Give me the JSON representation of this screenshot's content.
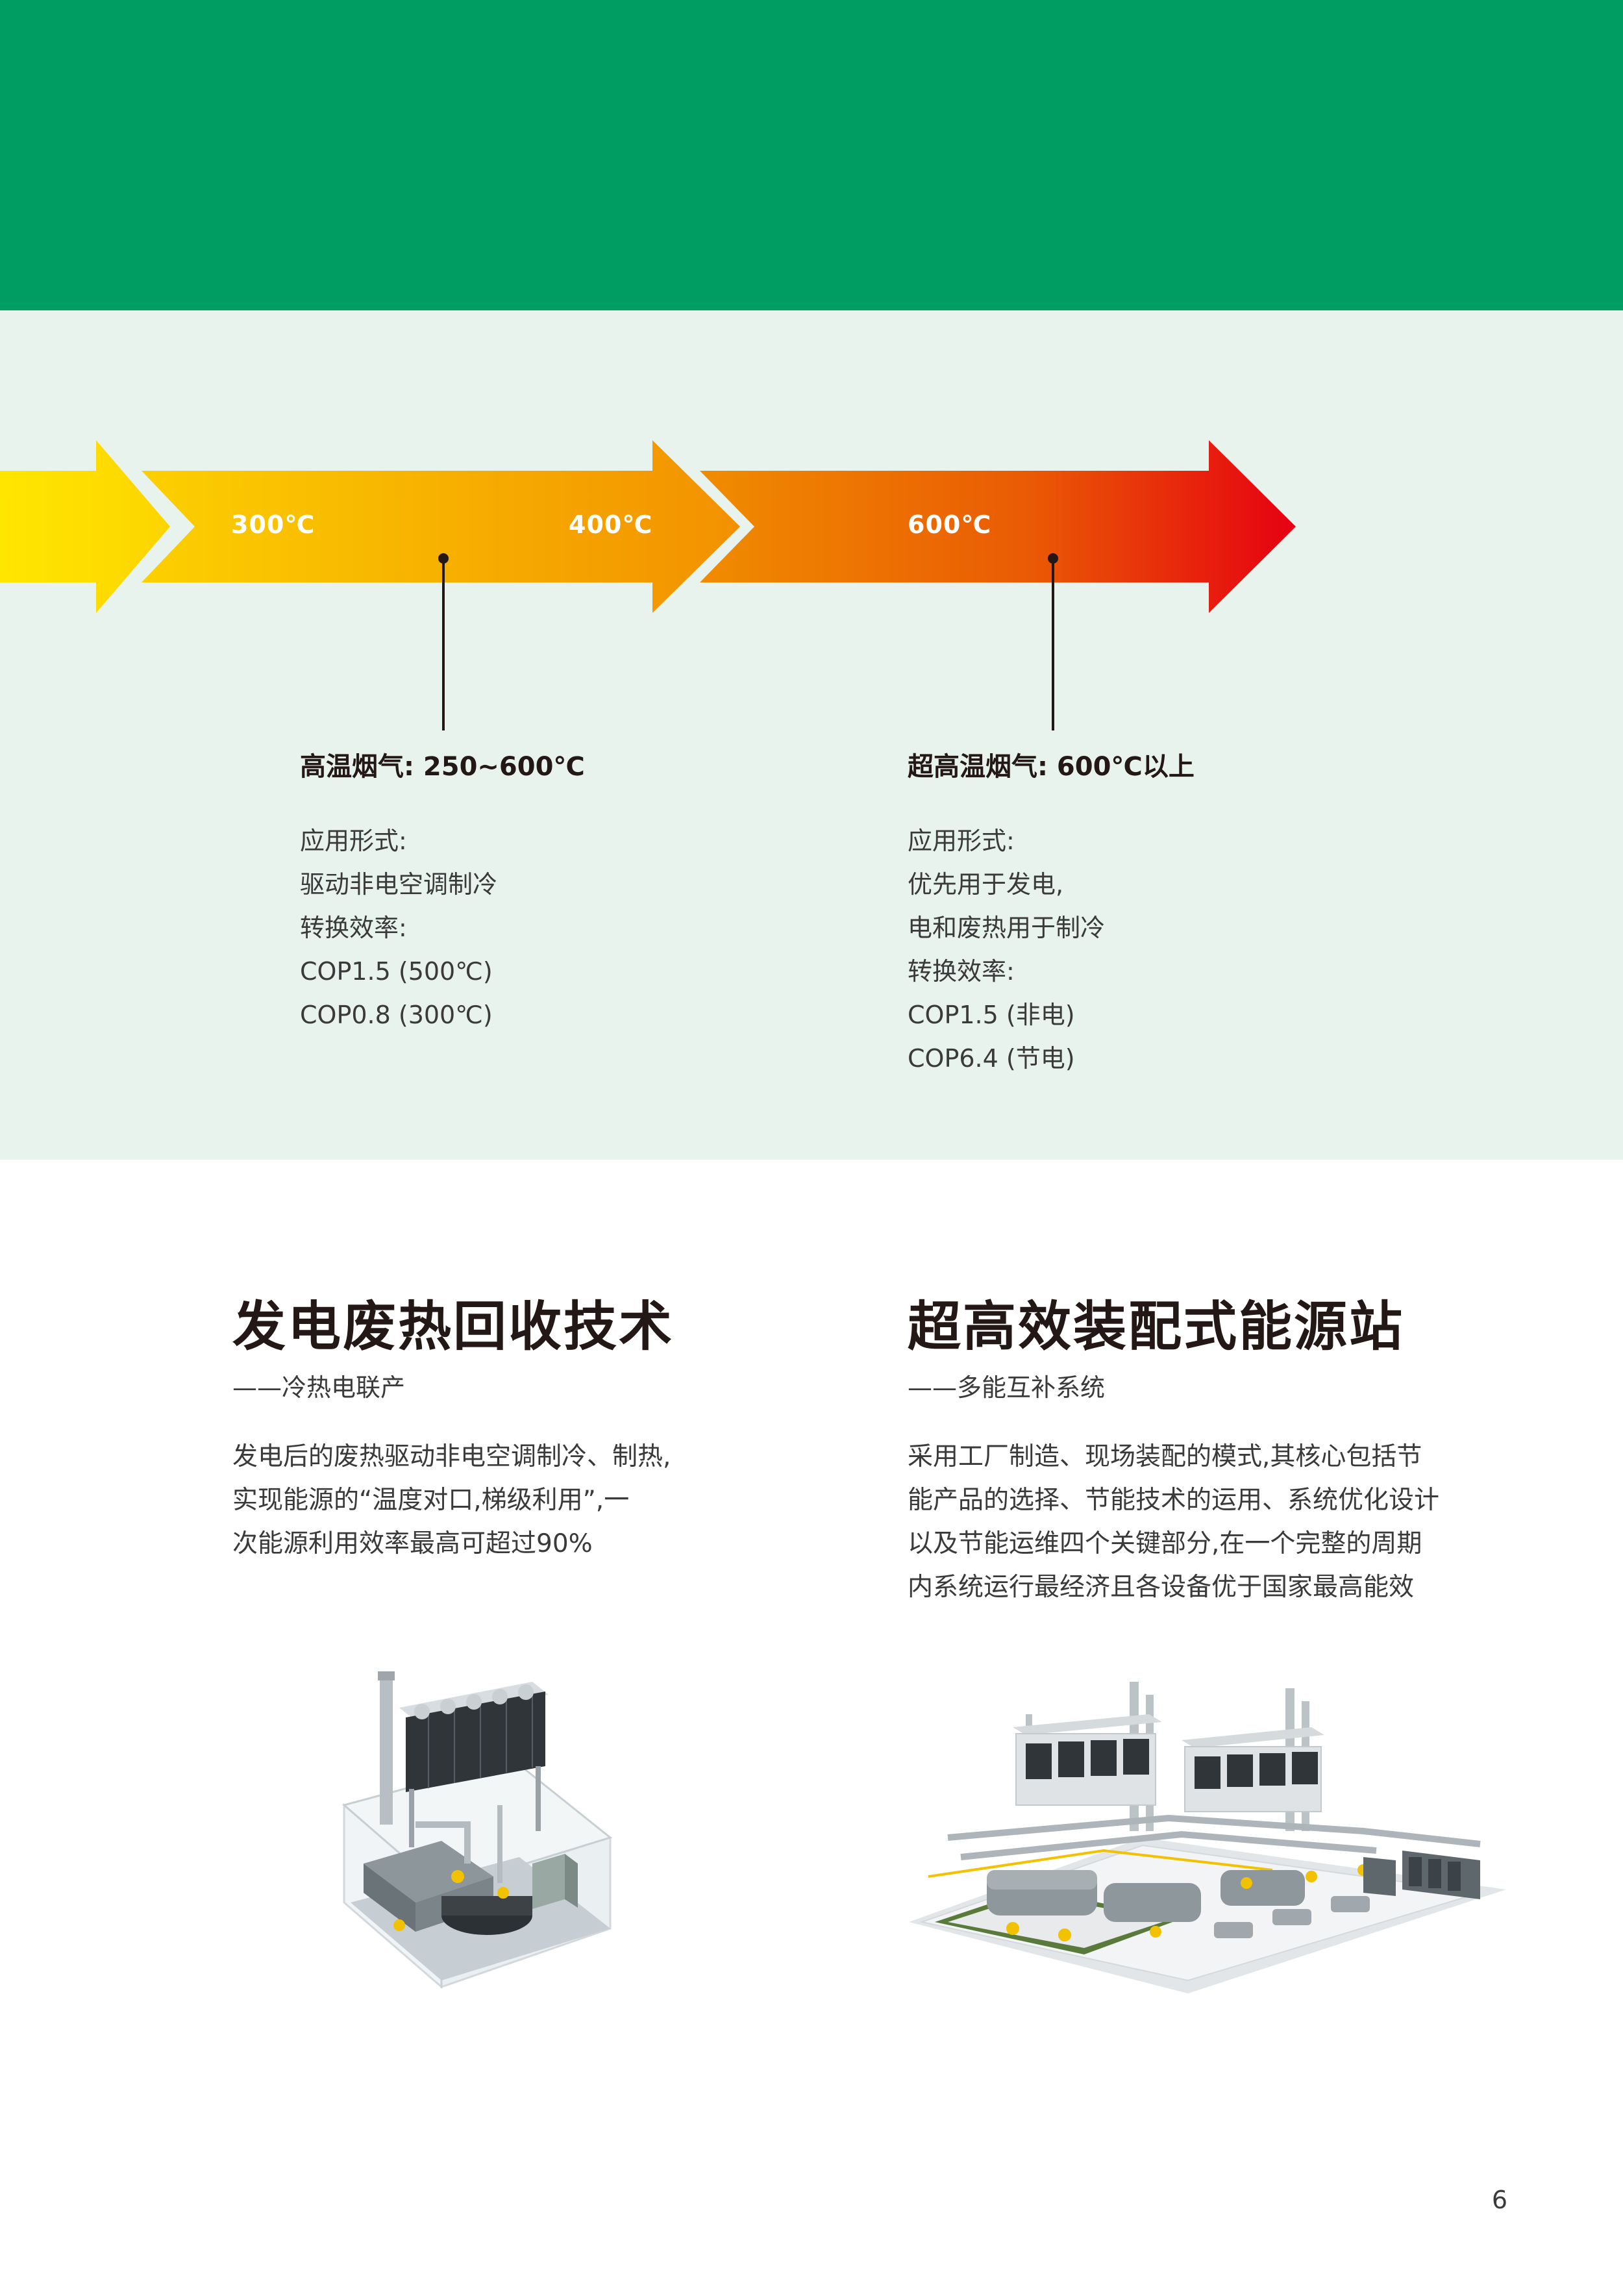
{
  "temperature_arrows": {
    "labels": [
      "300℃",
      "400℃",
      "600℃"
    ]
  },
  "high_temp": {
    "title": "高温烟气: 250~600℃",
    "lines": [
      "应用形式:",
      "驱动非电空调制冷",
      "转换效率:",
      "COP1.5 (500℃)",
      "COP0.8 (300℃)"
    ]
  },
  "ultra_high_temp": {
    "title": "超高温烟气: 600℃以上",
    "lines": [
      "应用形式:",
      "优先用于发电,",
      "电和废热用于制冷",
      "转换效率:",
      "COP1.5 (非电)",
      "COP6.4 (节电)"
    ]
  },
  "waste_heat_section": {
    "title": "发电废热回收技术",
    "subtitle": "——冷热电联产",
    "body": [
      "发电后的废热驱动非电空调制冷、制热,",
      "实现能源的“温度对口,梯级利用”,一",
      "次能源利用效率最高可超过90%"
    ]
  },
  "energy_station_section": {
    "title": "超高效装配式能源站",
    "subtitle": "——多能互补系统",
    "body": [
      "采用工厂制造、现场装配的模式,其核心包括节",
      "能产品的选择、节能技术的运用、系统优化设计",
      "以及节能运维四个关键部分,在一个完整的周期",
      "内系统运行最经济且各设备优于国家最高能效"
    ]
  },
  "colors": {
    "header_green": "#009d62",
    "band_mint": "#e8f3ee",
    "arrow_yellow": "#ffe600",
    "arrow_orange": "#f08c00",
    "arrow_red": "#e60012"
  },
  "page_number": "6"
}
